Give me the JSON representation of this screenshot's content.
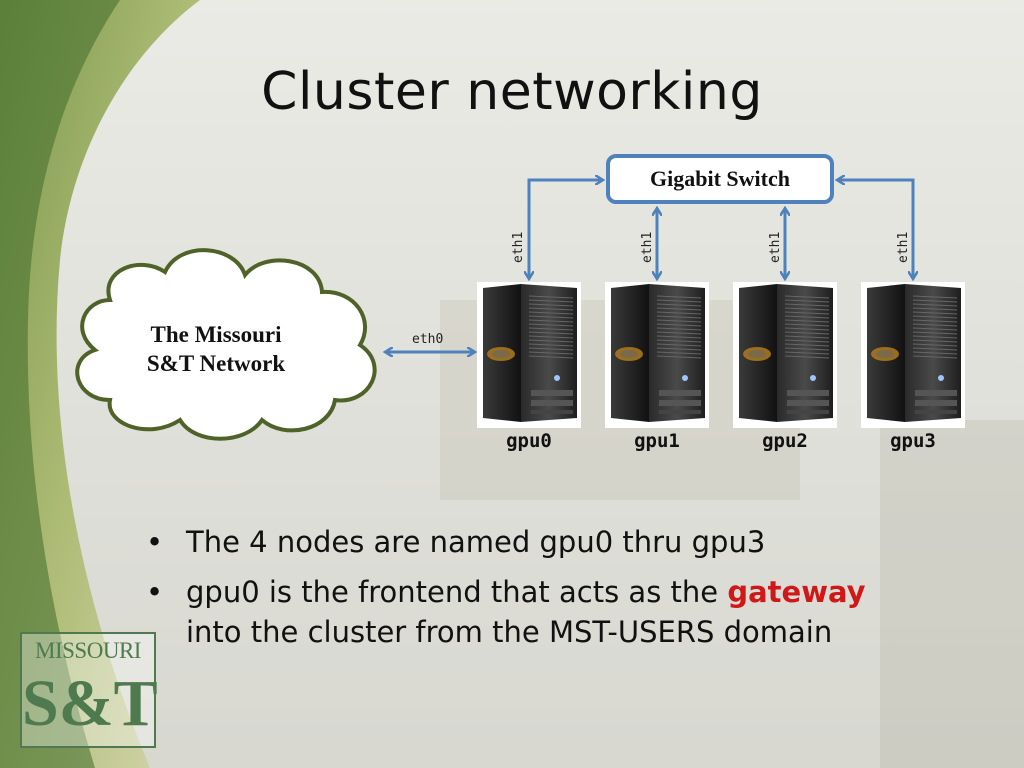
{
  "slide": {
    "title": "Cluster networking"
  },
  "diagram": {
    "switch_label": "Gigabit Switch",
    "cloud_label_line1": "The Missouri",
    "cloud_label_line2": "S&T Network",
    "external_link_label": "eth0",
    "nodes": [
      {
        "name": "gpu0",
        "link_label": "eth1"
      },
      {
        "name": "gpu1",
        "link_label": "eth1"
      },
      {
        "name": "gpu2",
        "link_label": "eth1"
      },
      {
        "name": "gpu3",
        "link_label": "eth1"
      }
    ],
    "colors": {
      "link": "#4f81bd",
      "cloud_border": "#4f6228",
      "highlight": "#d01818"
    }
  },
  "bullets": [
    {
      "text": "The 4 nodes are named gpu0 thru gpu3"
    },
    {
      "prefix": "gpu0 is the frontend that acts as the ",
      "highlight": "gateway",
      "suffix": "into the cluster from the MST-USERS domain"
    }
  ],
  "logo": {
    "top": "MISSOURI",
    "bottom": "S&T"
  }
}
